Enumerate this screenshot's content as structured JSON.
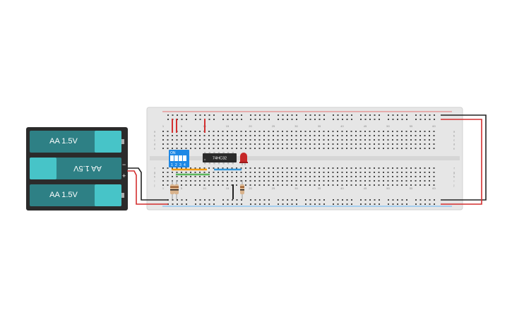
{
  "battery_pack": {
    "cells": [
      {
        "label": "AA 1.5V",
        "flipped": false
      },
      {
        "label": "AA 1.5V",
        "flipped": true
      },
      {
        "label": "AA 1.5V",
        "flipped": false
      }
    ],
    "minus_symbol": "−",
    "plus_symbol": "+"
  },
  "breadboard": {
    "row_letters_top": [
      "a",
      "b",
      "c",
      "d",
      "e"
    ],
    "row_letters_bottom": [
      "f",
      "g",
      "h",
      "i",
      "j"
    ],
    "column_labels": [
      "1",
      "5",
      "10",
      "15",
      "20",
      "25",
      "30",
      "35",
      "40",
      "45",
      "50",
      "55",
      "60"
    ]
  },
  "components": {
    "chip": {
      "label": "74HC32"
    },
    "dip_switch": {
      "on_label": "ON",
      "position_labels": [
        "1",
        "2",
        "3",
        "4"
      ]
    },
    "led": {
      "color": "#c62828"
    }
  },
  "colors": {
    "battery_case": "#2b2b2b",
    "battery_cell": "#2e8085",
    "battery_terminal": "#47c4c8",
    "breadboard": "#e4e4e4",
    "wire_red": "#d32f2f",
    "wire_black": "#222222",
    "dip_switch": "#1e88e5",
    "jumper_orange": "#f39c12",
    "jumper_blue": "#3498db",
    "jumper_green": "#5cb85c"
  }
}
